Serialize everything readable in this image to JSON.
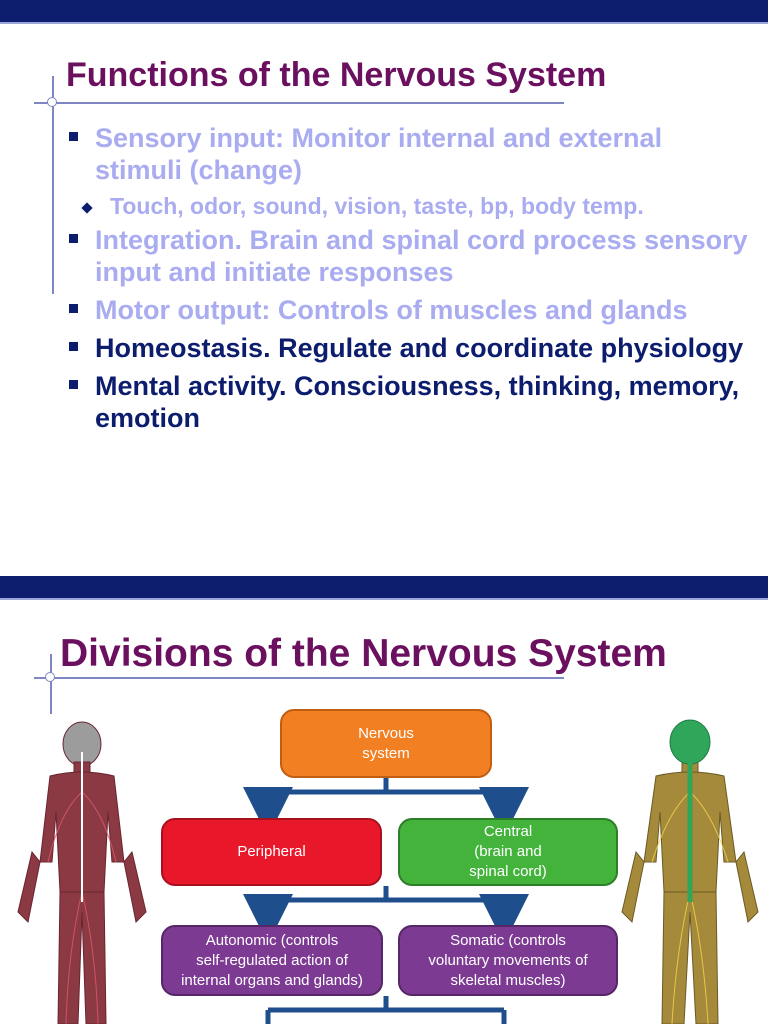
{
  "slide1": {
    "title": "Functions of the Nervous System",
    "bullets": [
      {
        "text": "Sensory input: Monitor internal and external stimuli (change)",
        "style": "faded",
        "sub": [
          "Touch, odor, sound, vision, taste, bp, body temp."
        ]
      },
      {
        "text": "Integration. Brain and spinal cord process sensory input and initiate responses",
        "style": "faded",
        "sub": []
      },
      {
        "text": "Motor output: Controls of muscles and glands",
        "style": "faded",
        "sub": []
      },
      {
        "text": "Homeostasis. Regulate and coordinate physiology",
        "style": "dark",
        "sub": []
      },
      {
        "text": "Mental activity. Consciousness, thinking, memory, emotion",
        "style": "dark",
        "sub": []
      }
    ]
  },
  "slide2": {
    "title": "Divisions of the Nervous System",
    "diagram": {
      "nervous": "Nervous\nsystem",
      "peripheral": "Peripheral",
      "central": "Central\n(brain and\nspinal cord)",
      "autonomic": "Autonomic (controls\nself-regulated action of\ninternal organs and glands)",
      "somatic": "Somatic (controls\nvoluntary movements of\nskeletal muscles)"
    }
  },
  "colors": {
    "topbar": "#0d1d6e",
    "title": "#6b0f5f",
    "bullet_dark": "#0d1d6e",
    "bullet_faded": "#a9acf0",
    "nervous_box": "#f27f22",
    "peripheral_box": "#e8182a",
    "central_box": "#43b33c",
    "autonomic_box": "#7d3a93",
    "connector": "#1f4e8c"
  }
}
